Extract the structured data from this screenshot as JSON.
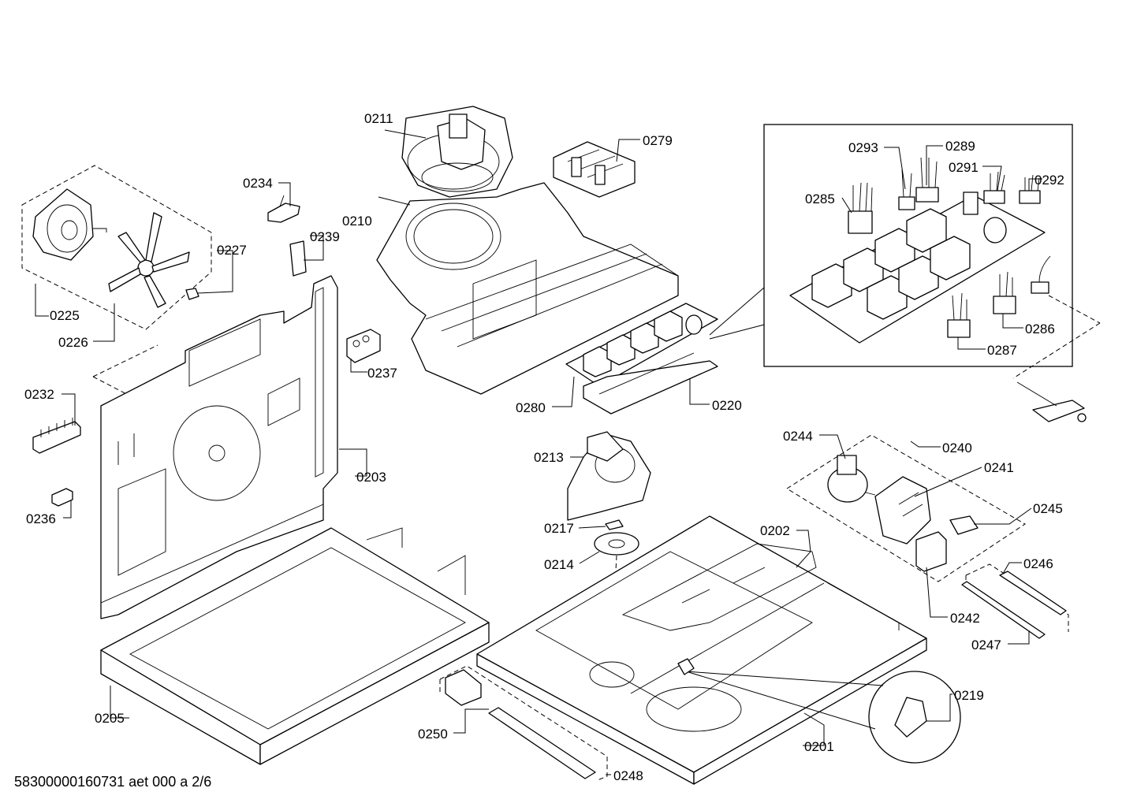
{
  "document_id": "58300000160731 aet 000 a 2/6",
  "labels": [
    {
      "key": "l0211",
      "text": "0211"
    },
    {
      "key": "l0279",
      "text": "0279"
    },
    {
      "key": "l0293",
      "text": "0293"
    },
    {
      "key": "l0289",
      "text": "0289"
    },
    {
      "key": "l0291",
      "text": "0291"
    },
    {
      "key": "l0292",
      "text": "0292"
    },
    {
      "key": "l0285",
      "text": "0285"
    },
    {
      "key": "l0234",
      "text": "0234"
    },
    {
      "key": "l0210",
      "text": "0210"
    },
    {
      "key": "l0239",
      "text": "0239"
    },
    {
      "key": "l0227",
      "text": "0227"
    },
    {
      "key": "l0225",
      "text": "0225"
    },
    {
      "key": "l0226",
      "text": "0226"
    },
    {
      "key": "l0286",
      "text": "0286"
    },
    {
      "key": "l0287",
      "text": "0287"
    },
    {
      "key": "l0237",
      "text": "0237"
    },
    {
      "key": "l0232",
      "text": "0232"
    },
    {
      "key": "l0280",
      "text": "0280"
    },
    {
      "key": "l0220",
      "text": "0220"
    },
    {
      "key": "l0244",
      "text": "0244"
    },
    {
      "key": "l0240",
      "text": "0240"
    },
    {
      "key": "l0213",
      "text": "0213"
    },
    {
      "key": "l0241",
      "text": "0241"
    },
    {
      "key": "l0203",
      "text": "0203"
    },
    {
      "key": "l0236",
      "text": "0236"
    },
    {
      "key": "l0245",
      "text": "0245"
    },
    {
      "key": "l0217",
      "text": "0217"
    },
    {
      "key": "l0202",
      "text": "0202"
    },
    {
      "key": "l0214",
      "text": "0214"
    },
    {
      "key": "l0246",
      "text": "0246"
    },
    {
      "key": "l0242",
      "text": "0242"
    },
    {
      "key": "l0247",
      "text": "0247"
    },
    {
      "key": "l0219",
      "text": "0219"
    },
    {
      "key": "l0205",
      "text": "0205"
    },
    {
      "key": "l0250",
      "text": "0250"
    },
    {
      "key": "l0201",
      "text": "0201"
    },
    {
      "key": "l0248",
      "text": "0248"
    }
  ]
}
